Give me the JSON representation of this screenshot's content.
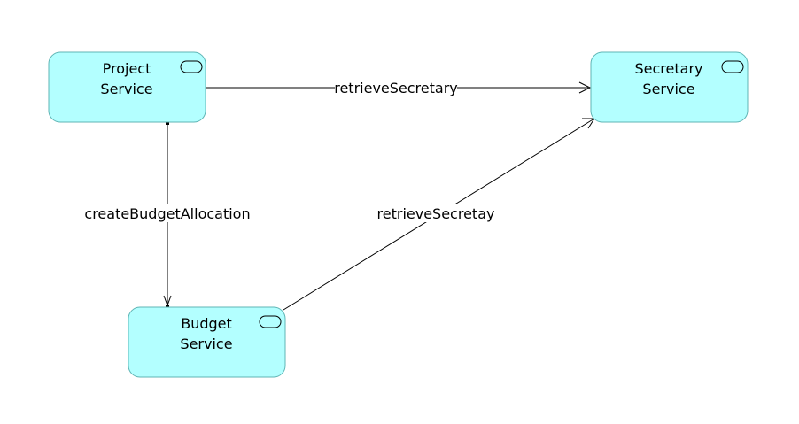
{
  "diagram": {
    "node_fill": "#b3ffff",
    "node_stroke": "#5fb5b5",
    "edge_color": "#000000",
    "label_background": "#ffffff",
    "nodes": {
      "project": {
        "name_line1": "Project",
        "name_line2": "Service",
        "icon": "service-icon"
      },
      "secretary": {
        "name_line1": "Secretary",
        "name_line2": "Service",
        "icon": "service-icon"
      },
      "budget": {
        "name_line1": "Budget",
        "name_line2": "Service",
        "icon": "service-icon"
      }
    },
    "edges": {
      "project_to_secretary": {
        "label": "retrieveSecretary"
      },
      "project_to_budget": {
        "label": "createBudgetAllocation"
      },
      "budget_to_secretary": {
        "label": "retrieveSecretay"
      }
    }
  }
}
